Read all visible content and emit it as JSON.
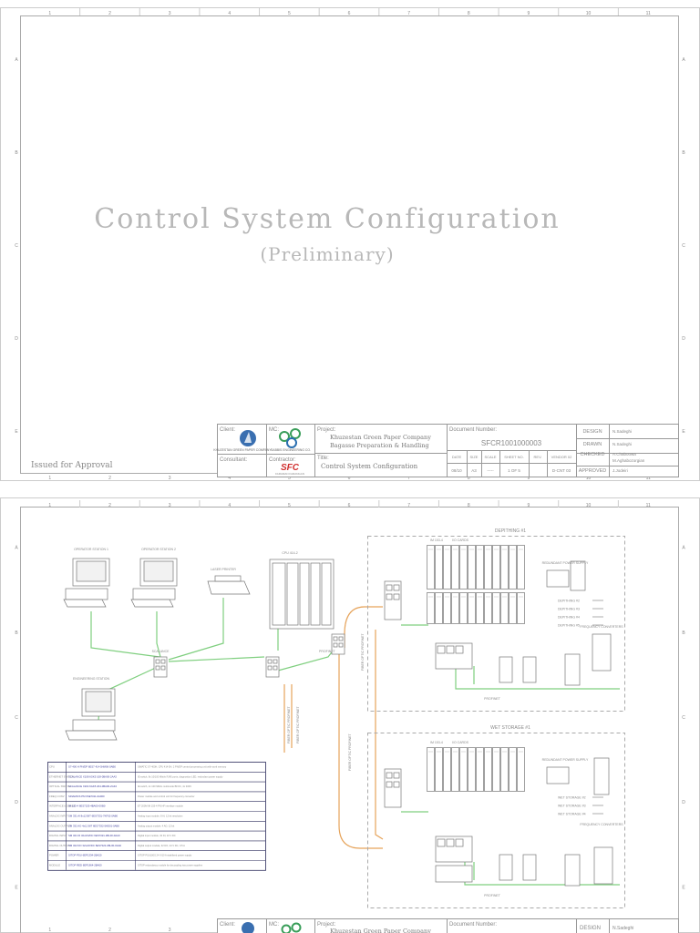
{
  "grid_cols": [
    "1",
    "2",
    "3",
    "4",
    "5",
    "6",
    "7",
    "8",
    "9",
    "10",
    "11"
  ],
  "grid_rows": [
    "A",
    "B",
    "C",
    "D",
    "E"
  ],
  "sheet1": {
    "title": "Control System Configuration",
    "subtitle": "(Preliminary)",
    "issue_note": "Issued for Approval"
  },
  "title_block": {
    "client_label": "Client:",
    "client_logo_text": "KHUZESTAN GREEN PAPER COMPANY",
    "mc_label": "MC:",
    "mc_logo_text": "SABBIS ENGINEERING CO.",
    "consultant_label": "Consultant:",
    "contractor_label": "Contractor:",
    "contractor_logo": "SFC",
    "contractor_logo_sub": "FARAMAN FARANGAN",
    "project_label": "Project:",
    "project_line1": "Khuzestan Green Paper Company",
    "project_line2": "Bagasse Preparation & Handling",
    "title_label": "Title:",
    "title_value": "Control System Configuration",
    "doc_number_label": "Document Number:",
    "doc_number": "SFCR1001000003",
    "cols": [
      "DATE",
      "SIZE",
      "SCALE",
      "SHEET NO.",
      "REV.",
      "VENDOR 02"
    ],
    "vals": [
      "08/10",
      "A3",
      "-----",
      "1 OF 5",
      "",
      "D-CNT 03"
    ],
    "roles": [
      {
        "role": "DESIGN",
        "name": "N.Sadeghi"
      },
      {
        "role": "DRAWN",
        "name": "N.Sadeghi"
      },
      {
        "role": "CHECKED",
        "name": "A.Chaboowa"
      },
      {
        "role": "",
        "name": "M.Aghabozorgian"
      },
      {
        "role": "APPROVED",
        "name": "J.Jodeiri"
      }
    ]
  },
  "sheet2": {
    "operator1": "OPERATOR\nSTATION 1",
    "operator2": "OPERATOR\nSTATION 2",
    "printer": "LASER\nPRINTER",
    "engineering": "ENGINEERING\nSTATION",
    "scalance": "SCALANCE",
    "plc": "CPU 414-2",
    "depithing": "DEPITHING #1",
    "wet_storage": "WET STORAGE #1",
    "profinet": "PROFINET",
    "fiber": "FIBER OPTIC PROFINET",
    "power": "REDUNDANT POWER SUPPLY",
    "freq": "FREQUENCY CONVERTERS",
    "io_cards": "I/O CARDS",
    "et200m": "IM 153-4",
    "dep_outputs": [
      "DEPITHING #2",
      "DEPITHING #3",
      "DEPITHING #4",
      "DEPITHING #5"
    ],
    "wet_outputs": [
      "WET STORAGE #2",
      "WET STORAGE #3",
      "WET STORAGE #4"
    ]
  },
  "legend_table": [
    [
      "CPU",
      "S7-400 H PN/DP 6ES7 414-5HM06-0AB0",
      "SIMATIC S7-400H, CPU 414-5H, 2 PN/DP central processing unit with work memory"
    ],
    [
      "ETHERNET SWITCH",
      "SCALANCE X108 6GK5 108-0BA00-2AA3",
      "IE switch, 8x 10/100 Mbit/s RJ45 ports, diagnostics LED, redundant power supply"
    ],
    [
      "OPTICAL SWITCH",
      "SCALANCE X204 6GK5 204-0BA00-2GF2",
      "IE switch, 2x 100 Mbit/s multimode BFOC, 4x RJ45"
    ],
    [
      "FREQ CONV",
      "SINAMICS PM 6SE7011-0A000",
      "Power module and control unit for frequency converter"
    ],
    [
      "INTERFACE MODULE",
      "IM 153-4 6ES7153-4BA00-0XB0",
      "ET 200M IM 153-4 PN HF interface module"
    ],
    [
      "ANALOG INPUT",
      "SM 331 AI 8x12 BIT 6ES7331-7KF02-0AB0",
      "Analog input module, 8 AI, 12 bit resolution"
    ],
    [
      "ANALOG OUTPUT",
      "SM 332 AO 4x12 BIT 6ES7332-5HD01-0AB0",
      "Analog output module, 4 AO, 12 bit"
    ],
    [
      "DIGITAL INPUT",
      "SM 321 DI 32x24VDC 6ES7321-1BL00-0AA0",
      "Digital input module, 32 DI, 24 V DC"
    ],
    [
      "DIGITAL OUTPUT",
      "SM 322 DO 32x24VDC 6ES7322-1BL00-0AA0",
      "Digital output module, 32 DO, 24 V DC, 0.5 A"
    ],
    [
      "POWER",
      "SITOP PSU 6EP1334-2BA20",
      "SITOP PSU100S 24 V/10 A stabilized power supply"
    ],
    [
      "MODULE",
      "SITOP RED 6EP1964-2BA00",
      "SITOP redundancy module for decoupling two power supplies"
    ]
  ],
  "colors": {
    "profinet_green": "#7fcf7f",
    "fiber_orange": "#e6a35a",
    "line_gray": "#8a8a8a",
    "table_border": "#2a2a5a"
  }
}
